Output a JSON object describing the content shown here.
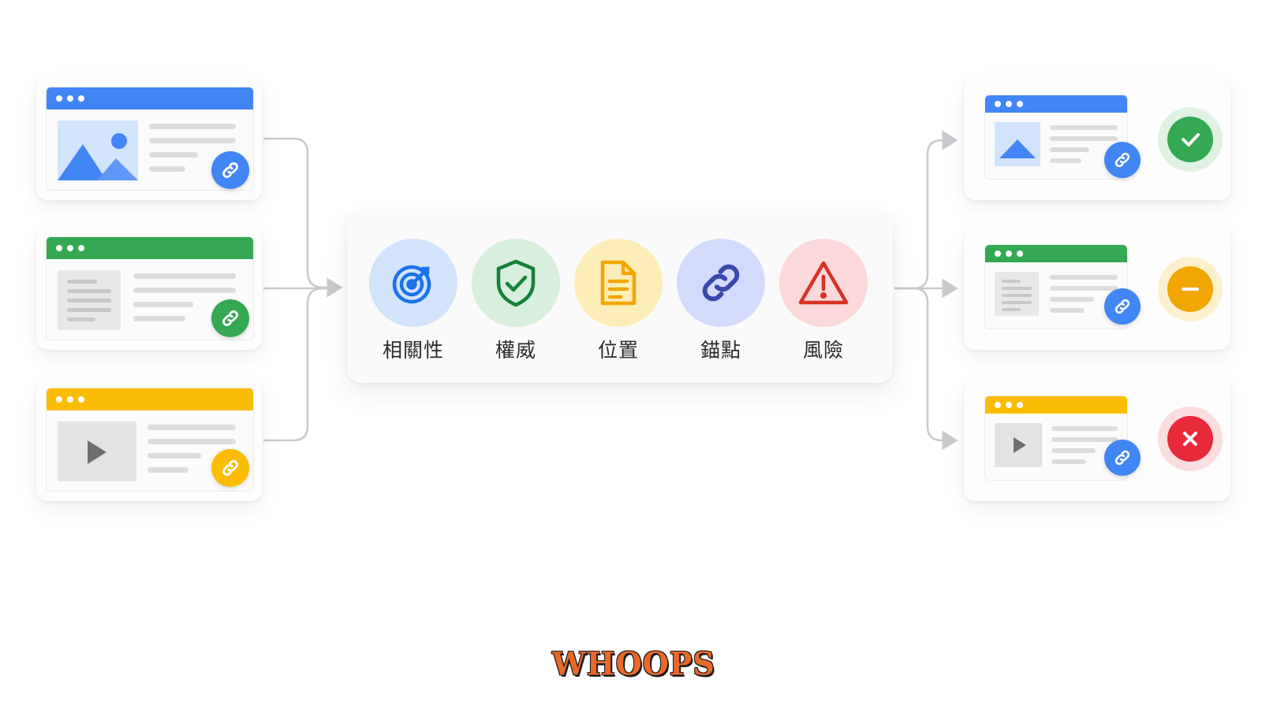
{
  "colors": {
    "blue": "#4285f4",
    "green": "#34a853",
    "yellow": "#fbbc05",
    "red": "#ea4335",
    "connector": "#c7c9cc"
  },
  "sources": [
    {
      "type": "image-page",
      "color": "blue",
      "icon": "link-icon"
    },
    {
      "type": "article-page",
      "color": "green",
      "icon": "link-icon"
    },
    {
      "type": "video-page",
      "color": "yellow",
      "icon": "link-icon"
    }
  ],
  "factors": [
    {
      "label": "相關性",
      "icon": "target-icon",
      "color": "blue"
    },
    {
      "label": "權威",
      "icon": "shield-check-icon",
      "color": "green"
    },
    {
      "label": "位置",
      "icon": "document-icon",
      "color": "yellow"
    },
    {
      "label": "錨點",
      "icon": "link-icon",
      "color": "indigo"
    },
    {
      "label": "風險",
      "icon": "warning-icon",
      "color": "red"
    }
  ],
  "results": [
    {
      "type": "image-page",
      "color": "blue",
      "status": "approved",
      "status_icon": "check-icon"
    },
    {
      "type": "article-page",
      "color": "green",
      "status": "neutral",
      "status_icon": "minus-icon"
    },
    {
      "type": "video-page",
      "color": "yellow",
      "status": "rejected",
      "status_icon": "x-icon"
    }
  ],
  "brand": {
    "text": "WHOOPS"
  }
}
